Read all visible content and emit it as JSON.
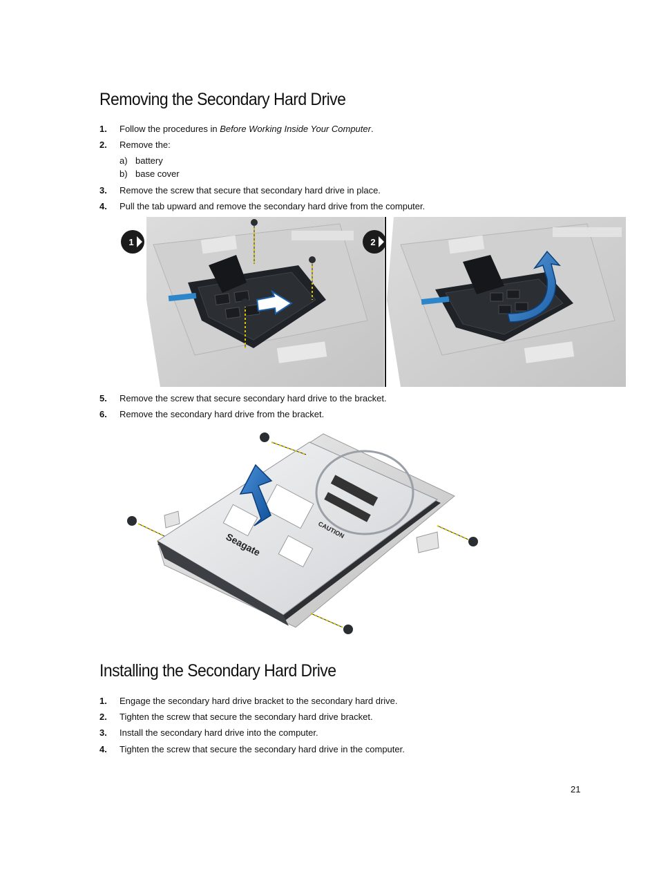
{
  "section1": {
    "title": "Removing the Secondary Hard Drive",
    "steps": [
      {
        "num": "1.",
        "text_before": "Follow the procedures in ",
        "text_italic": "Before Working Inside Your Computer",
        "text_after": "."
      },
      {
        "num": "2.",
        "text": "Remove the:"
      },
      {
        "num": "3.",
        "text": "Remove the screw that secure that secondary hard drive in place."
      },
      {
        "num": "4.",
        "text": "Pull the tab upward and remove the secondary hard drive from the computer."
      },
      {
        "num": "5.",
        "text": "Remove the screw that secure secondary hard drive to the bracket."
      },
      {
        "num": "6.",
        "text": "Remove the secondary hard drive from the bracket."
      }
    ],
    "substeps": [
      {
        "letter": "a)",
        "text": "battery"
      },
      {
        "letter": "b)",
        "text": "base cover"
      }
    ],
    "figure1": {
      "callout_1": "1",
      "callout_2": "2"
    },
    "figure2": {
      "brand": "Seagate",
      "caution": "CAUTION"
    }
  },
  "section2": {
    "title": "Installing the Secondary Hard Drive",
    "steps": [
      {
        "num": "1.",
        "text": "Engage the secondary hard drive bracket to the secondary hard drive."
      },
      {
        "num": "2.",
        "text": "Tighten the screw that secure the secondary hard drive bracket."
      },
      {
        "num": "3.",
        "text": "Install the secondary hard drive into the computer."
      },
      {
        "num": "4.",
        "text": "Tighten the screw that secure the secondary hard drive in the computer."
      }
    ]
  },
  "page_number": "21"
}
